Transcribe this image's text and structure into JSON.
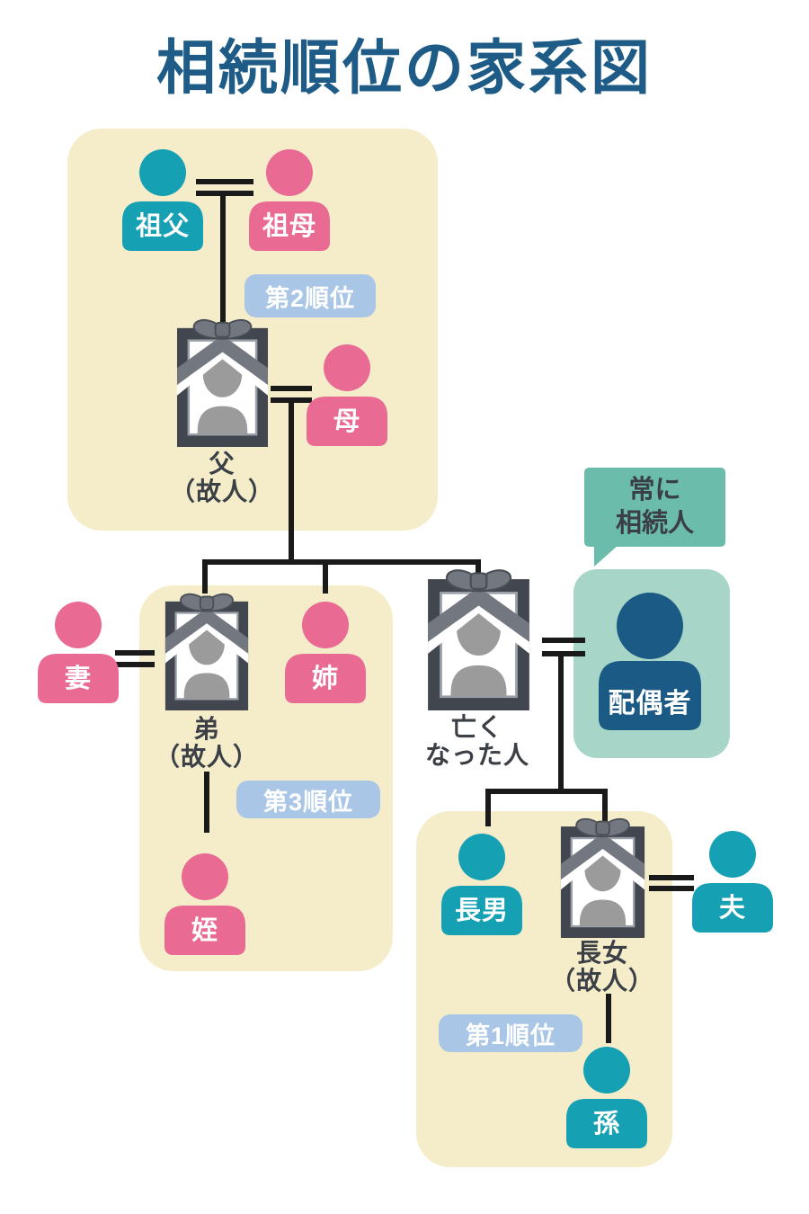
{
  "title": "相続順位の家系図",
  "people": {
    "sofu": {
      "label": "祖父"
    },
    "sobo": {
      "label": "祖母"
    },
    "haha": {
      "label": "母"
    },
    "tsuma": {
      "label": "妻"
    },
    "ane": {
      "label": "姉"
    },
    "mei": {
      "label": "姪"
    },
    "chonan": {
      "label": "長男"
    },
    "otto": {
      "label": "夫"
    },
    "mago": {
      "label": "孫"
    },
    "haigusha": {
      "label": "配偶者"
    }
  },
  "portraits": {
    "chichi": {
      "line1": "父",
      "line2": "（故人）"
    },
    "ototo": {
      "line1": "弟",
      "line2": "（故人）"
    },
    "deceased": {
      "line1": "亡く",
      "line2": "なった人"
    },
    "chojo": {
      "line1": "長女",
      "line2": "（故人）"
    }
  },
  "badges": {
    "rank1": "第1順位",
    "rank2": "第2順位",
    "rank3": "第3順位"
  },
  "bubble": {
    "line1": "常に",
    "line2": "相続人"
  },
  "colors": {
    "title": "#1e5c87",
    "group_box": "#f5edca",
    "male_icon": "#16a0b3",
    "female_icon": "#e96a92",
    "spouse_icon": "#1b5a84",
    "spouse_box": "#a7d6c9",
    "speech_bubble": "#6cbcab",
    "rank_badge": "#a9c6e6",
    "name_text": "#3b3f46",
    "connector_line": "#1a1a1a",
    "portrait_frame": "#42464e"
  }
}
